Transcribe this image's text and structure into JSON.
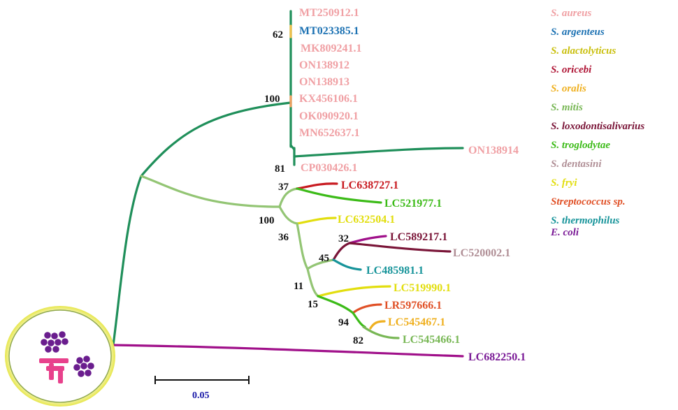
{
  "colors": {
    "dark_green": "#1f8f5a",
    "light_green": "#93c574",
    "mid_green": "#5fb83b",
    "aureus_pink": "#f0a0a4",
    "argenteus_blue": "#1d72b3",
    "alactolyticus_yellow": "#c9bf0c",
    "oricebi_red": "#b01838",
    "oralis_orange": "#efb020",
    "mitis_green": "#78b755",
    "loxodontisalivarius_maroon": "#7a1538",
    "troglodytae_green": "#3cbb18",
    "dentasini_mauve": "#b08f96",
    "fryi_yellow": "#e2de0e",
    "streptococcus_sp_red": "#e05026",
    "thermophilus_teal": "#17949a",
    "ecoli_purple": "#7a1a96",
    "outgroup_branch": "#a0108a"
  },
  "tree": {
    "tips": [
      {
        "label": "MT250912.1"
      },
      {
        "label": "MT023385.1"
      },
      {
        "label": "MK809241.1"
      },
      {
        "label": "ON138912"
      },
      {
        "label": "ON138913"
      },
      {
        "label": "KX456106.1"
      },
      {
        "label": "OK090920.1"
      },
      {
        "label": "MN652637.1"
      },
      {
        "label": "ON138914"
      },
      {
        "label": "CP030426.1"
      },
      {
        "label": "LC638727.1"
      },
      {
        "label": "LC521977.1"
      },
      {
        "label": "LC632504.1"
      },
      {
        "label": "LC589217.1"
      },
      {
        "label": "LC520002.1"
      },
      {
        "label": "LC485981.1"
      },
      {
        "label": "LC519990.1"
      },
      {
        "label": "LR597666.1"
      },
      {
        "label": "LC545467.1"
      },
      {
        "label": "LC545466.1"
      },
      {
        "label": "LC682250.1"
      }
    ],
    "bootstraps": [
      {
        "value": "62"
      },
      {
        "value": "100"
      },
      {
        "value": "81"
      },
      {
        "value": "37"
      },
      {
        "value": "100"
      },
      {
        "value": "36"
      },
      {
        "value": "32"
      },
      {
        "value": "45"
      },
      {
        "value": "11"
      },
      {
        "value": "15"
      },
      {
        "value": "94"
      },
      {
        "value": "82"
      }
    ]
  },
  "legend": {
    "items": [
      {
        "label": "S. aureus",
        "color": "#f0a0a4"
      },
      {
        "label": "S. argenteus",
        "color": "#1d72b3"
      },
      {
        "label": "S. alactolyticus",
        "color": "#c9bf0c"
      },
      {
        "label": "S. oricebi",
        "color": "#b01838"
      },
      {
        "label": "S. oralis",
        "color": "#efb020"
      },
      {
        "label": "S. mitis",
        "color": "#78b755"
      },
      {
        "label": "S. loxodontisalivarius",
        "color": "#7a1538"
      },
      {
        "label": "S. troglodytae",
        "color": "#3cbb18"
      },
      {
        "label": "S. dentasini",
        "color": "#b08f96"
      },
      {
        "label": "S. fryi",
        "color": "#e2de0e"
      },
      {
        "label": "Streptococcus sp.",
        "color": "#e05026"
      },
      {
        "label": "S. thermophilus",
        "color": "#17949a"
      },
      {
        "label": "E. coli",
        "color": "#7a1a96"
      }
    ]
  },
  "scale_bar": {
    "label": "0.05"
  },
  "logo": {
    "icon": "bacteria-cluster-icon"
  }
}
